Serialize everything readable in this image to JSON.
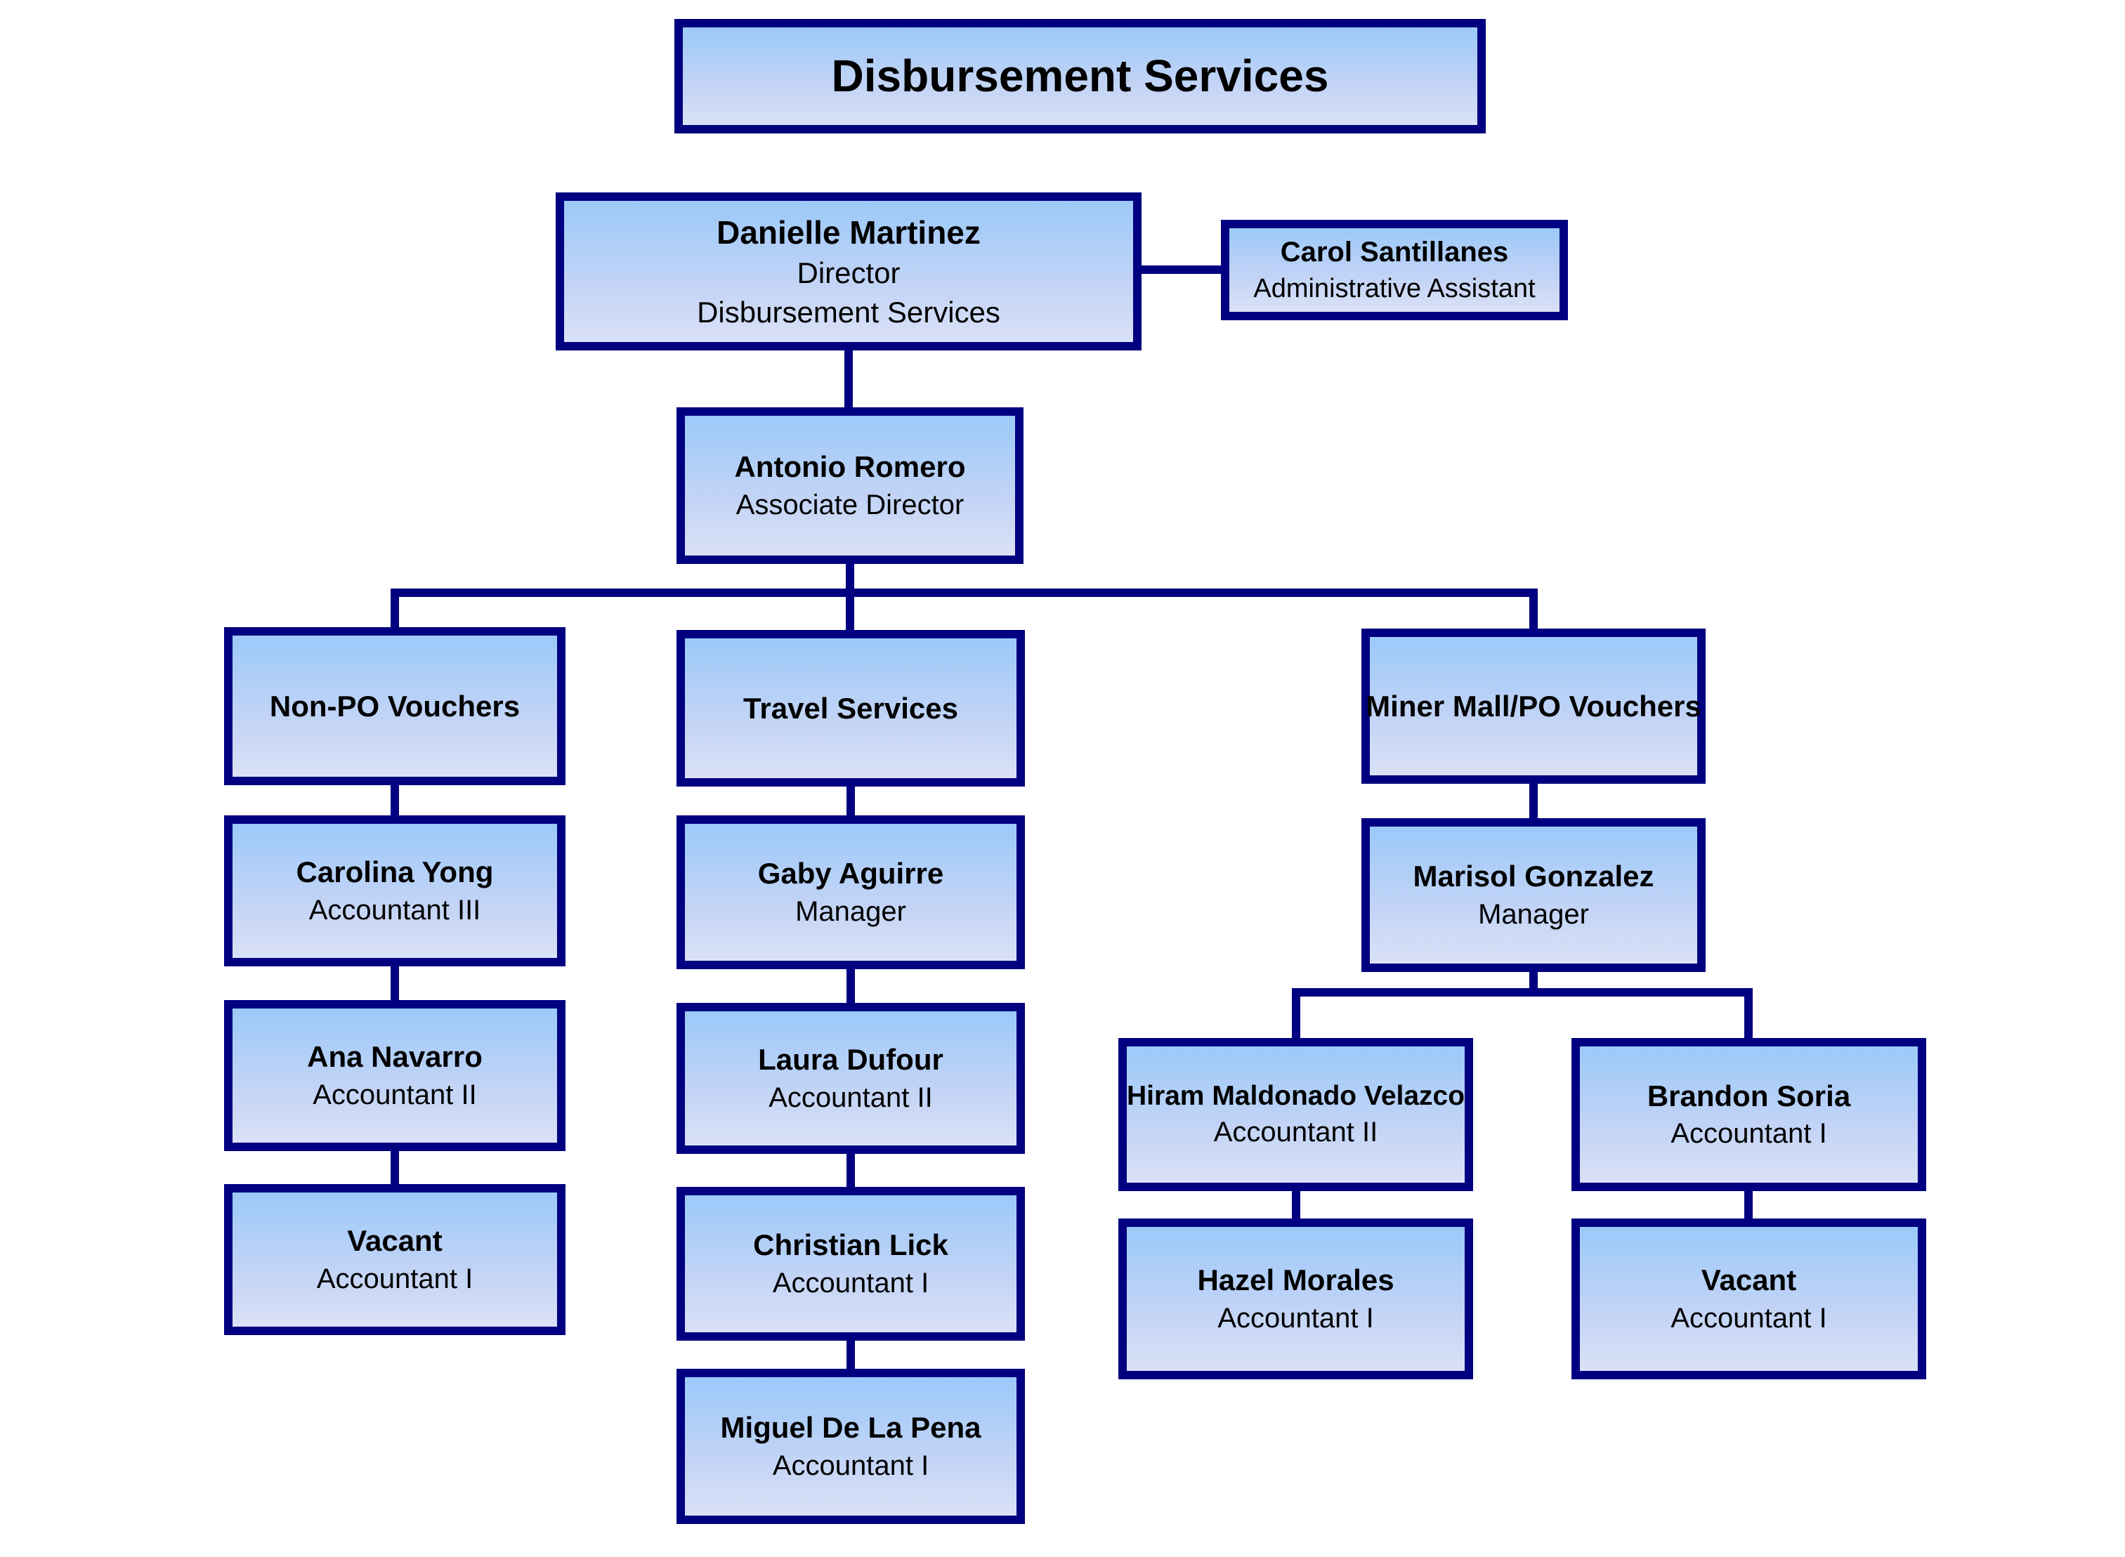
{
  "org_chart": {
    "title": "Disbursement Services",
    "nodes": {
      "director": {
        "name": "Danielle Martinez",
        "title": "Director",
        "subtitle": "Disbursement Services"
      },
      "admin_assistant": {
        "name": "Carol Santillanes",
        "title": "Administrative Assistant"
      },
      "associate_director": {
        "name": "Antonio Romero",
        "title": "Associate Director"
      },
      "dept_non_po": {
        "label": "Non-PO Vouchers"
      },
      "dept_travel": {
        "label": "Travel Services"
      },
      "dept_miner_mall": {
        "label": "Miner Mall/PO Vouchers"
      },
      "carolina": {
        "name": "Carolina Yong",
        "title": "Accountant III"
      },
      "ana": {
        "name": "Ana Navarro",
        "title": "Accountant II"
      },
      "vacant_non_po": {
        "name": "Vacant",
        "title": "Accountant I"
      },
      "gaby": {
        "name": "Gaby Aguirre",
        "title": "Manager"
      },
      "laura": {
        "name": "Laura Dufour",
        "title": "Accountant II"
      },
      "christian": {
        "name": "Christian Lick",
        "title": "Accountant I"
      },
      "miguel": {
        "name": "Miguel De La Pena",
        "title": "Accountant I"
      },
      "marisol": {
        "name": "Marisol Gonzalez",
        "title": "Manager"
      },
      "hiram": {
        "name": "Hiram Maldonado Velazco",
        "title": "Accountant II"
      },
      "brandon": {
        "name": "Brandon Soria",
        "title": "Accountant I"
      },
      "hazel": {
        "name": "Hazel Morales",
        "title": "Accountant I"
      },
      "vacant_miner_mall": {
        "name": "Vacant",
        "title": "Accountant I"
      }
    },
    "hierarchy": {
      "director_reports": [
        "associate_director"
      ],
      "director_assistant": "admin_assistant",
      "associate_director_reports": [
        "dept_non_po",
        "dept_travel",
        "dept_miner_mall"
      ],
      "dept_non_po_chain": [
        "carolina",
        "ana",
        "vacant_non_po"
      ],
      "dept_travel_chain": [
        "gaby",
        "laura",
        "christian",
        "miguel"
      ],
      "dept_miner_mall_chain": [
        "marisol"
      ],
      "marisol_reports": [
        "hiram",
        "brandon"
      ],
      "hiram_reports": [
        "hazel"
      ],
      "brandon_reports": [
        "vacant_miner_mall"
      ]
    },
    "colors": {
      "border": "#000080",
      "connector": "#000080",
      "fill_top": "#9BC9F9",
      "fill_bottom": "#DAE1F7",
      "background": "#FFFFFF",
      "text": "#000000"
    }
  }
}
